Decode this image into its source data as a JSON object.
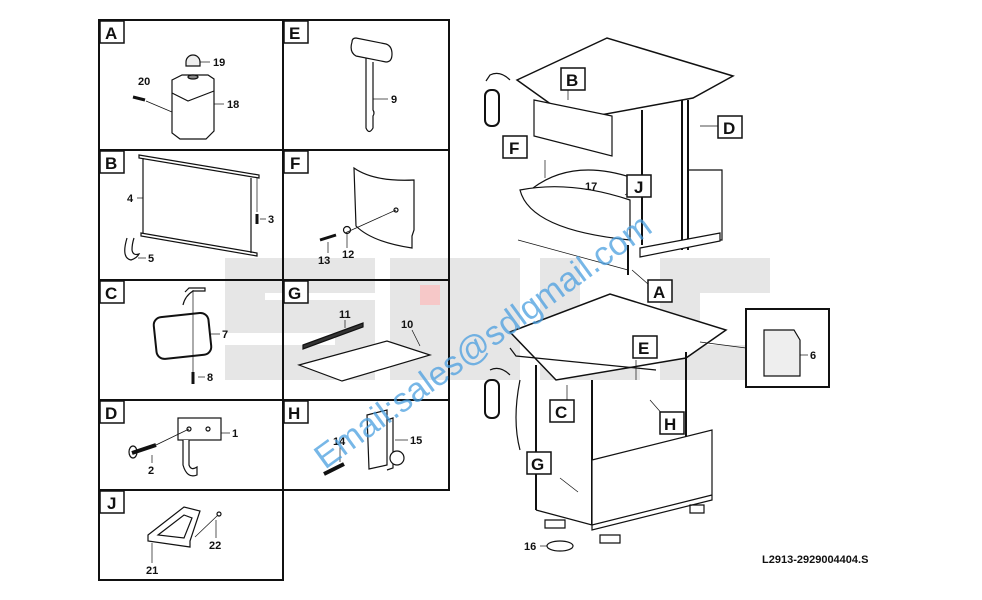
{
  "panels": [
    {
      "letter": "A",
      "callouts": [
        "19",
        "20",
        "18"
      ]
    },
    {
      "letter": "B",
      "callouts": [
        "4",
        "3",
        "5"
      ]
    },
    {
      "letter": "C",
      "callouts": [
        "7",
        "8"
      ]
    },
    {
      "letter": "D",
      "callouts": [
        "1",
        "2"
      ]
    },
    {
      "letter": "J",
      "callouts": [
        "22",
        "21"
      ]
    },
    {
      "letter": "E",
      "callouts": [
        "9"
      ]
    },
    {
      "letter": "F",
      "callouts": [
        "13",
        "12"
      ]
    },
    {
      "letter": "G",
      "callouts": [
        "11",
        "10"
      ]
    },
    {
      "letter": "H",
      "callouts": [
        "14",
        "15"
      ]
    }
  ],
  "assembly": {
    "upper_labels": [
      "B",
      "D",
      "F",
      "J",
      "A"
    ],
    "upper_callout": "17",
    "lower_labels": [
      "E",
      "C",
      "H",
      "G"
    ],
    "lower_callout": "16",
    "detail_callout": "6"
  },
  "watermark": {
    "logo": "SDLG",
    "email": "Email:sales@sdlgmail.com"
  },
  "drawing_code": "L2913-2929004404.S"
}
